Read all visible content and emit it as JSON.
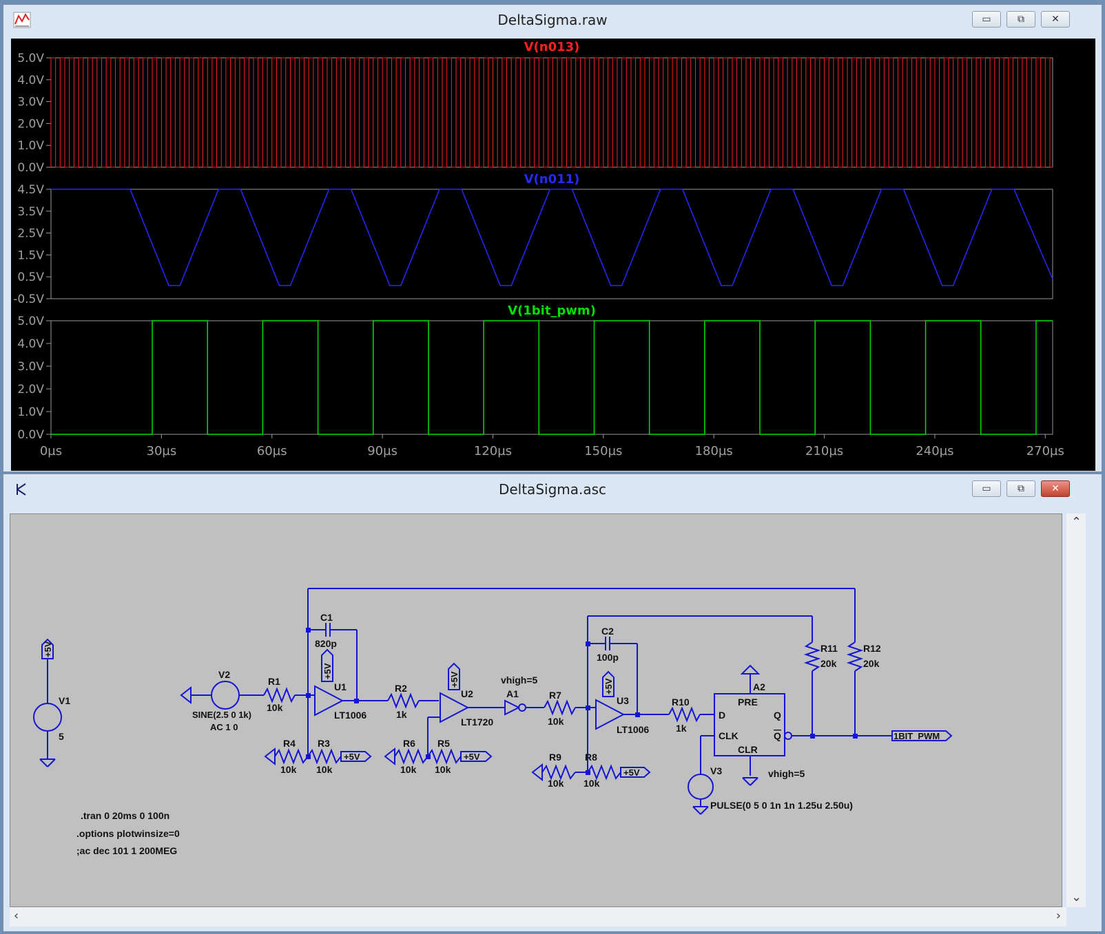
{
  "plot_window": {
    "title": "DeltaSigma.raw",
    "controls": {
      "minimize": "▭",
      "maximize": "⧉",
      "close": "✕"
    }
  },
  "schematic_window": {
    "title": "DeltaSigma.asc",
    "controls": {
      "minimize": "▭",
      "maximize": "⧉",
      "close": "✕"
    }
  },
  "colors": {
    "trace_red": "#ff2020",
    "trace_blue": "#2828ff",
    "trace_green": "#00e000",
    "wire": "#1414d4"
  },
  "chart_data": [
    {
      "type": "line",
      "series": [
        {
          "name": "V(n013)",
          "description": "square wave 0V to 5V, period ~2.5µs",
          "ylim": [
            0,
            5
          ]
        }
      ],
      "yticks": [
        "5.0V",
        "4.0V",
        "3.0V",
        "2.0V",
        "1.0V",
        "0.0V"
      ],
      "ylim": [
        0,
        5
      ],
      "xlim": [
        0,
        272
      ]
    },
    {
      "type": "line",
      "series": [
        {
          "name": "V(n011)",
          "description": "trapezoidal triangle 0.1V to 4.5V, period ~30µs",
          "ylim": [
            -0.5,
            4.5
          ]
        }
      ],
      "yticks": [
        "4.5V",
        "3.5V",
        "2.5V",
        "1.5V",
        "0.5V",
        "-0.5V"
      ],
      "ylim": [
        -0.5,
        4.5
      ],
      "xlim": [
        0,
        272
      ]
    },
    {
      "type": "line",
      "series": [
        {
          "name": "V(1bit_pwm)",
          "edges_us": [
            0,
            27.5,
            42.5,
            57.5,
            72.5,
            87.5,
            102.5,
            117.5,
            132.5,
            147.5,
            162.5,
            177.5,
            192.5,
            207.5,
            222.5,
            237.5,
            252.5,
            267.5,
            272
          ]
        }
      ],
      "yticks": [
        "5.0V",
        "4.0V",
        "3.0V",
        "2.0V",
        "1.0V",
        "0.0V"
      ],
      "ylim": [
        0,
        5
      ],
      "xlim": [
        0,
        272
      ],
      "xticks": [
        "0µs",
        "30µs",
        "60µs",
        "90µs",
        "120µs",
        "150µs",
        "180µs",
        "210µs",
        "240µs",
        "270µs"
      ]
    }
  ],
  "schematic": {
    "labels": {
      "plus5v": "+5V",
      "v1": "V1",
      "v1_val": "5",
      "v2": "V2",
      "v2_val1": "SINE(2.5 0 1k)",
      "v2_val2": "AC 1 0",
      "r1": "R1",
      "r1_val": "10k",
      "c1": "C1",
      "c1_val": "820p",
      "u1": "U1",
      "u1_part": "LT1006",
      "r2": "R2",
      "r2_val": "1k",
      "u2": "U2",
      "u2_part": "LT1720",
      "a1": "A1",
      "a1_param": "vhigh=5",
      "r7": "R7",
      "r7_val": "10k",
      "c2": "C2",
      "c2_val": "100p",
      "u3": "U3",
      "u3_part": "LT1006",
      "r10": "R10",
      "r10_val": "1k",
      "r11": "R11",
      "r11_val": "20k",
      "r12": "R12",
      "r12_val": "20k",
      "a2": "A2",
      "a2_param": "vhigh=5",
      "pre": "PRE",
      "clr": "CLR",
      "d": "D",
      "clk": "CLK",
      "q": "Q",
      "qbar": "Q",
      "r4": "R4",
      "r4_val": "10k",
      "r3": "R3",
      "r3_val": "10k",
      "r6": "R6",
      "r6_val": "10k",
      "r5": "R5",
      "r5_val": "10k",
      "r9": "R9",
      "r9_val": "10k",
      "r8": "R8",
      "r8_val": "10k",
      "v3": "V3",
      "v3_val": "PULSE(0 5 0 1n 1n 1.25u 2.50u)",
      "net_out": "1BIT_PWM"
    },
    "directives": [
      ".tran 0 20ms 0 100n",
      ".options plotwinsize=0",
      ";ac dec 101 1 200MEG"
    ]
  }
}
